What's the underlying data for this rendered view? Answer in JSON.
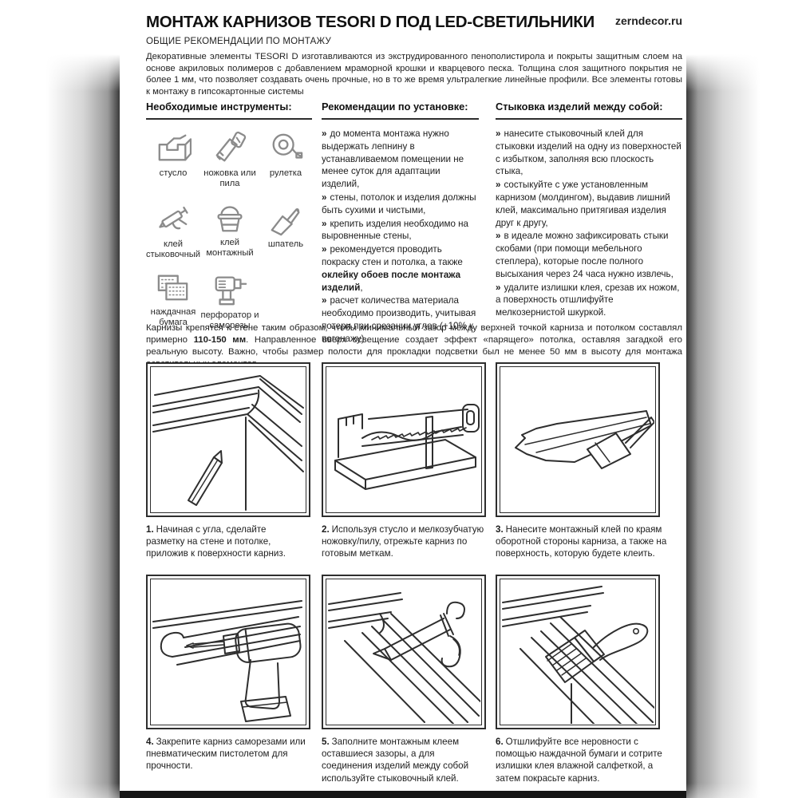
{
  "page": {
    "site": "zerndecor.ru",
    "title": "МОНТАЖ КАРНИЗОВ TESORI D ПОД LED-СВЕТИЛЬНИКИ",
    "subtitle": "ОБЩИЕ РЕКОМЕНДАЦИИ ПО МОНТАЖУ",
    "intro": "Декоративные элементы TESORI D изготавливаются из экструдированного пенополистирола и покрыты защитным слоем на основе акриловых полимеров с добавлением мраморной крошки и кварцевого песка. Толщина слоя защитного покрытия не более 1 мм, что позволяет создавать очень прочные, но в то же время ультралегкие линейные профили. Все элементы готовы к монтажу в гипсокартонные системы"
  },
  "ui": {
    "bullet": "»"
  },
  "colors": {
    "ink": "#2e2e2e",
    "icon_gray": "#8b8b8b",
    "footer_bar": "#161616"
  },
  "tools": {
    "header": "Необходимые инструменты:",
    "items": [
      {
        "icon": "miter-box-icon",
        "label": "стусло"
      },
      {
        "icon": "handsaw-icon",
        "label": "ножовка или пила"
      },
      {
        "icon": "tape-measure-icon",
        "label": "рулетка"
      },
      {
        "icon": "caulk-gun-icon",
        "label": "клей стыковочный"
      },
      {
        "icon": "glue-bucket-icon",
        "label": "клей монтажный"
      },
      {
        "icon": "putty-knife-icon",
        "label": "шпатель"
      },
      {
        "icon": "sandpaper-icon",
        "label": "наждачная бумага"
      },
      {
        "icon": "drill-icon",
        "label": "перфоратор и саморезы"
      }
    ]
  },
  "recommendations": {
    "header": "Рекомендации по установке:",
    "items": [
      {
        "pre": "до момента монтажа нужно выдержать лепнину в устанавливаемом помещении не менее суток для адаптации изделий,",
        "bold": "",
        "post": ""
      },
      {
        "pre": "стены, потолок и изделия должны быть сухими и чистыми,",
        "bold": "",
        "post": ""
      },
      {
        "pre": "крепить изделия необходимо на выровненные стены,",
        "bold": "",
        "post": ""
      },
      {
        "pre": "рекомендуется проводить покраску стен и потолка, а также ",
        "bold": "оклейку обоев после монтажа изделий",
        "post": ","
      },
      {
        "pre": "расчет количества материала необходимо производить, учитывая потери при срезании углов (+10% к погонажу)",
        "bold": "",
        "post": ""
      }
    ]
  },
  "joining": {
    "header": "Стыковка изделий между собой:",
    "items": [
      {
        "text": "нанесите стыковочный клей для стыковки изделий на одну из поверхностей с избытком, заполняя всю плоскость стыка,"
      },
      {
        "text": "состыкуйте с уже установленным карнизом (молдингом), выдавив лишний клей, максимально притягивая изделия друг к другу,"
      },
      {
        "text": "в идеале можно зафиксировать стыки скобами (при помощи мебельного степлера), которые после полного высыхания через 24 часа нужно извлечь,"
      },
      {
        "text": "удалите излишки клея, срезав их ножом, а поверхность отшлифуйте мелкозернистой шкуркой."
      }
    ]
  },
  "note": {
    "pre": "Карнизы крепятся к стене таким образом, чтобы минимальный зазор между верхней точкой карниза и потолком составлял примерно ",
    "bold": "110-150 мм",
    "post": ". Направленное вверх освещение создает эффект «парящего» потолка, оставляя загадкой его реальную высоту. Важно, чтобы размер полости для прокладки подсветки был не менее 50 мм в высоту для монтажа осветительных элементов."
  },
  "steps": [
    {
      "num": "1.",
      "text": "Начиная с угла, сделайте разметку на стене и потолке, приложив к поверхности карниз."
    },
    {
      "num": "2.",
      "text": "Используя стусло и мелкозубчатую ножовку/пилу, отрежьте карниз по готовым меткам."
    },
    {
      "num": "3.",
      "text": "Нанесите монтажный клей по краям оборотной стороны карниза, а также на поверхность, которую будете клеить."
    },
    {
      "num": "4.",
      "text": "Закрепите карниз саморезами или пневматическим пистолетом для прочности."
    },
    {
      "num": "5.",
      "text": "Заполните монтажным клеем оставшиеся зазоры, а для соединения изделий между собой используйте стыковочный клей."
    },
    {
      "num": "6.",
      "text": "Отшлифуйте все неровности с помощью наждачной бумаги и сотрите излишки клея влажной салфеткой, а затем покрасьте карниз."
    }
  ]
}
